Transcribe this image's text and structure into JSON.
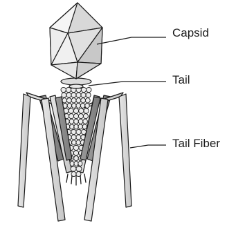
{
  "diagram": {
    "labels": {
      "capsid": "Capsid",
      "tail": "Tail",
      "tail_fiber": "Tail Fiber"
    }
  },
  "colors": {
    "stroke": "#1a1a1a",
    "capsid_light": "#f2f2f2",
    "capsid_mid": "#d9d9d9",
    "capsid_dark": "#bdbdbd",
    "fiber_light": "#d2d2d2",
    "fiber_dark": "#8a8a8a",
    "tail_bead": "#ececec"
  }
}
